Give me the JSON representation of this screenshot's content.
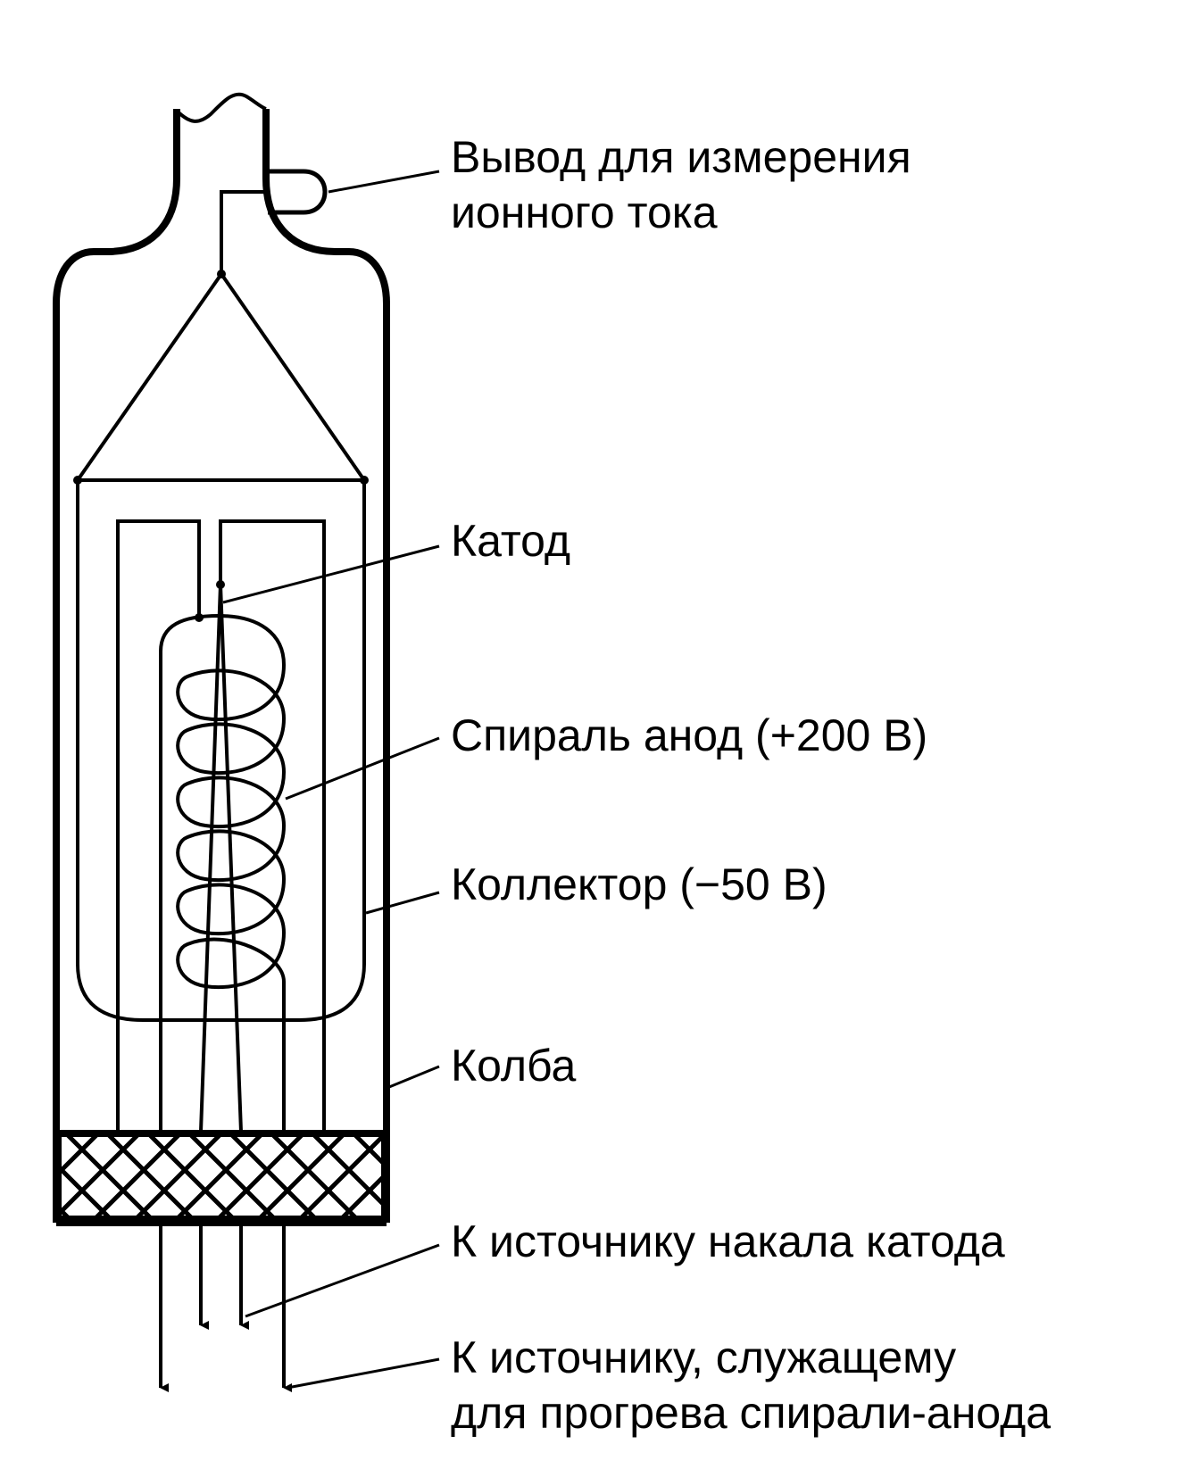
{
  "labels": {
    "ion_current_lead": [
      "Вывод для измерения",
      "ионного тока"
    ],
    "cathode": "Катод",
    "spiral_anode": "Спираль анод (+200 В)",
    "collector": "Коллектор (−50 В)",
    "bulb": "Колба",
    "cathode_heater_source": "К источнику накала катода",
    "anode_heating_source": [
      "К источнику, служащему",
      "для прогрева спирали-анода"
    ]
  },
  "colors": {
    "line": "#000000",
    "background": "#ffffff"
  }
}
